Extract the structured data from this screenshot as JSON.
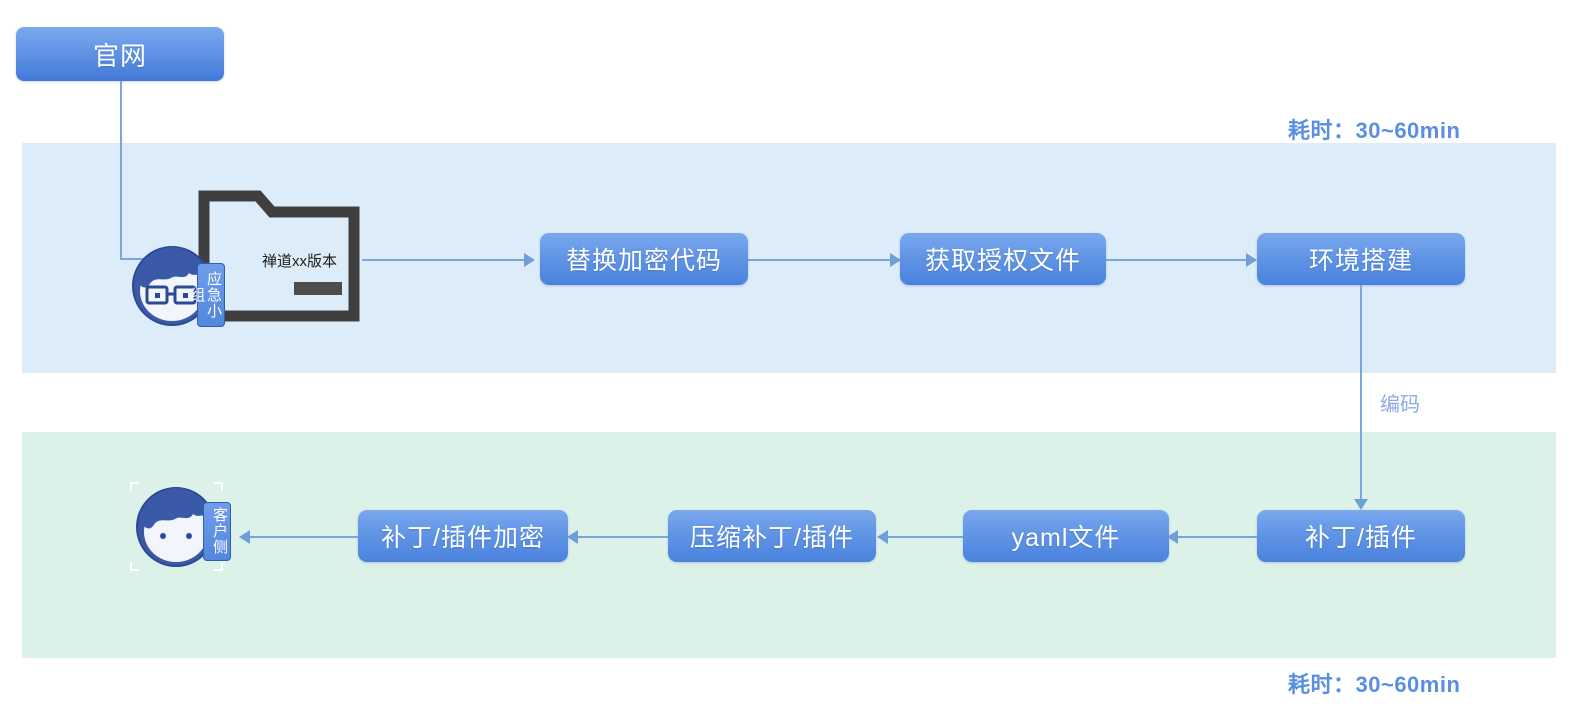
{
  "diagram": {
    "title_node": {
      "label": "官网"
    },
    "lanes": [
      {
        "name": "build-lane",
        "time_label": "耗时：30~60min",
        "fill": "#dcecf8"
      },
      {
        "name": "delivery-lane",
        "time_label": "耗时：30~60min",
        "fill": "#dcf1e8"
      }
    ],
    "top_flow": {
      "actor": {
        "avatar_tag": "应急小组"
      },
      "artifact": {
        "caption": "禅道xx版本"
      },
      "steps": [
        {
          "label": "替换加密代码"
        },
        {
          "label": "获取授权文件"
        },
        {
          "label": "环境搭建"
        }
      ]
    },
    "vertical_link": {
      "label": "编码"
    },
    "bottom_flow": {
      "actor": {
        "avatar_tag": "客户侧"
      },
      "steps": [
        {
          "label": "补丁/插件"
        },
        {
          "label": "yaml文件"
        },
        {
          "label": "压缩补丁/插件"
        },
        {
          "label": "补丁/插件加密"
        }
      ]
    },
    "colors": {
      "node_blue": "#5a8fe0",
      "connector": "#7aa5dd",
      "lane_blue": "#dcecf8",
      "lane_green": "#dcf1e8",
      "label_blue": "#5a8fe0",
      "edge_label": "#8fa8e8",
      "folder_outline": "#3f3f3f",
      "avatar_hair": "#3a5aa8"
    }
  }
}
